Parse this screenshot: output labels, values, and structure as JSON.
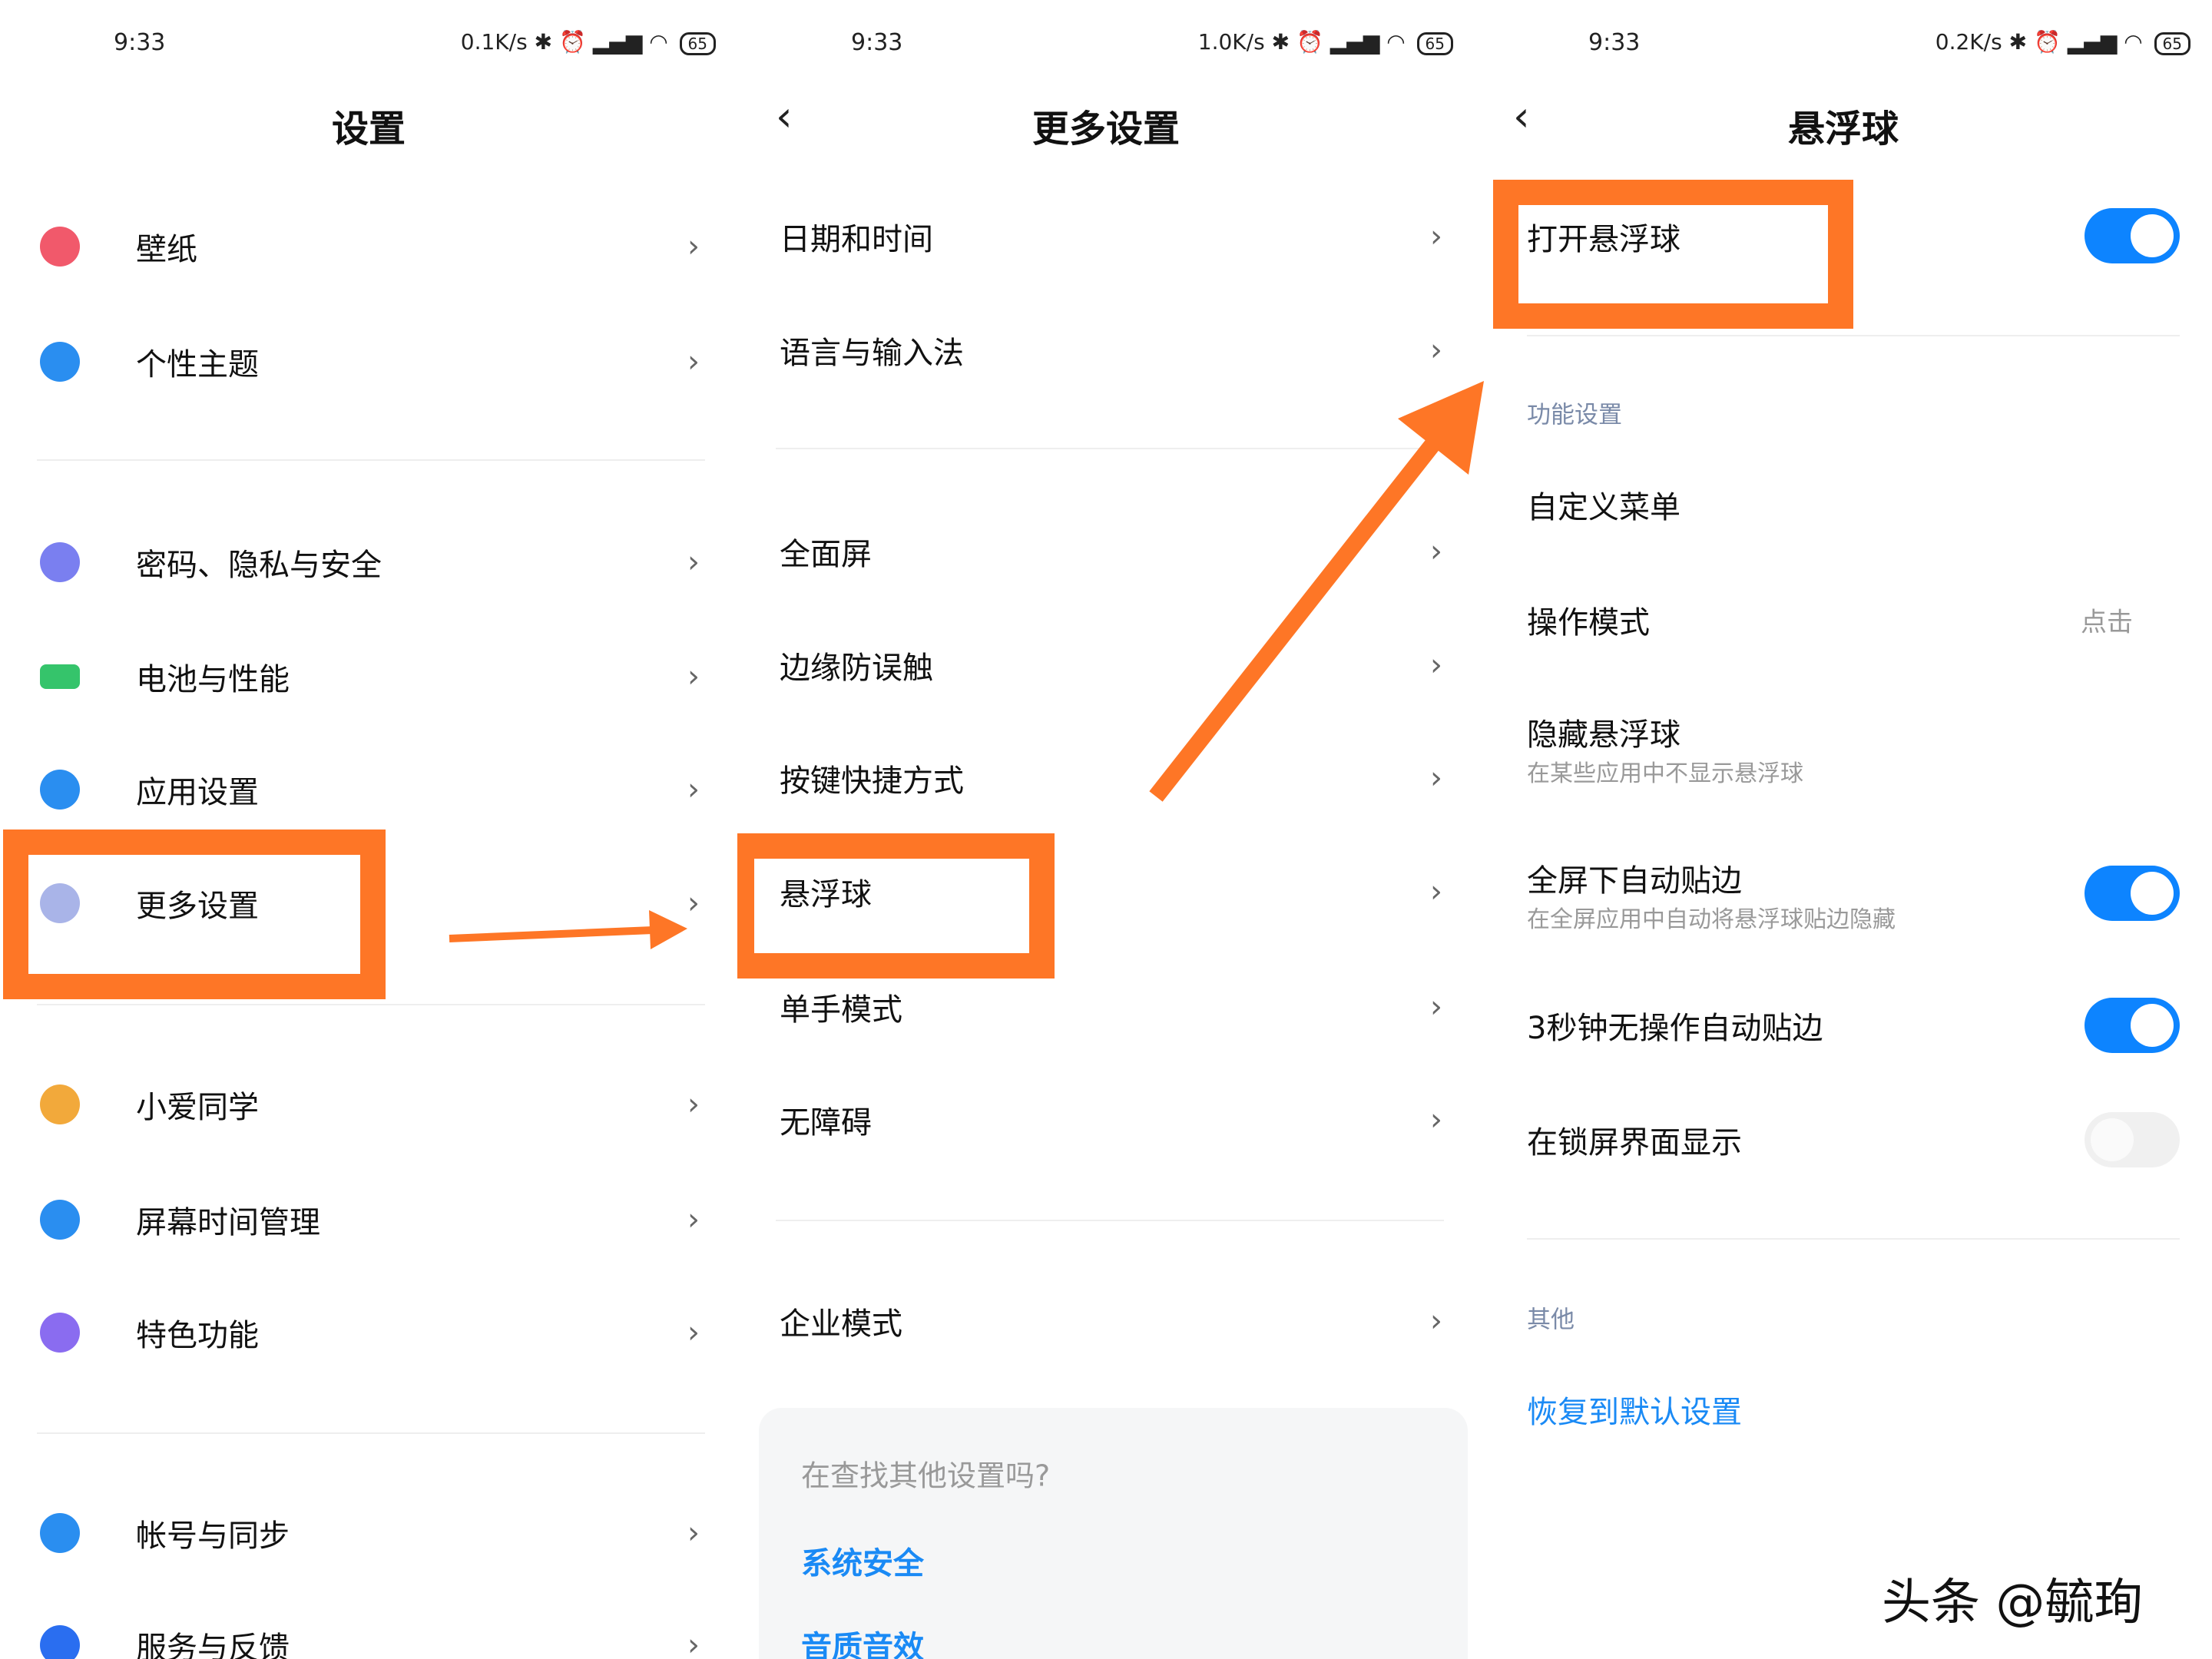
{
  "colors": {
    "accent": "#0d84ff",
    "highlight": "#fe7626",
    "link": "#1a8af5"
  },
  "panels": [
    {
      "status": {
        "time": "9:33",
        "speed": "0.1K/s",
        "battery": "65"
      },
      "title": "设置",
      "items": [
        {
          "label": "壁纸",
          "icon": "wallpaper-icon"
        },
        {
          "label": "个性主题",
          "icon": "theme-icon"
        },
        {
          "label": "密码、隐私与安全",
          "icon": "fingerprint-icon"
        },
        {
          "label": "电池与性能",
          "icon": "battery-icon"
        },
        {
          "label": "应用设置",
          "icon": "gear-icon"
        },
        {
          "label": "更多设置",
          "icon": "more-icon"
        },
        {
          "label": "小爱同学",
          "icon": "xiaoai-icon"
        },
        {
          "label": "屏幕时间管理",
          "icon": "screen-time-icon"
        },
        {
          "label": "特色功能",
          "icon": "flask-icon"
        },
        {
          "label": "帐号与同步",
          "icon": "user-icon"
        },
        {
          "label": "服务与反馈",
          "icon": "service-icon"
        }
      ]
    },
    {
      "status": {
        "time": "9:33",
        "speed": "1.0K/s",
        "battery": "65"
      },
      "title": "更多设置",
      "items": [
        {
          "label": "日期和时间"
        },
        {
          "label": "语言与输入法"
        },
        {
          "label": "全面屏"
        },
        {
          "label": "边缘防误触"
        },
        {
          "label": "按键快捷方式"
        },
        {
          "label": "悬浮球"
        },
        {
          "label": "单手模式"
        },
        {
          "label": "无障碍"
        },
        {
          "label": "企业模式"
        }
      ],
      "suggest": {
        "prompt": "在查找其他设置吗?",
        "links": [
          "系统安全",
          "音质音效"
        ]
      }
    },
    {
      "status": {
        "time": "9:33",
        "speed": "0.2K/s",
        "battery": "65"
      },
      "title": "悬浮球",
      "open": {
        "label": "打开悬浮球",
        "on": true
      },
      "section1": "功能设置",
      "items": [
        {
          "label": "自定义菜单"
        },
        {
          "label": "操作模式",
          "value": "点击"
        },
        {
          "label": "隐藏悬浮球",
          "sub": "在某些应用中不显示悬浮球"
        },
        {
          "label": "全屏下自动贴边",
          "sub": "在全屏应用中自动将悬浮球贴边隐藏",
          "on": true
        },
        {
          "label": "3秒钟无操作自动贴边",
          "on": true
        },
        {
          "label": "在锁屏界面显示",
          "on": false
        }
      ],
      "section2": "其他",
      "reset": "恢复到默认设置"
    }
  ],
  "watermark": "头条 @毓珣"
}
